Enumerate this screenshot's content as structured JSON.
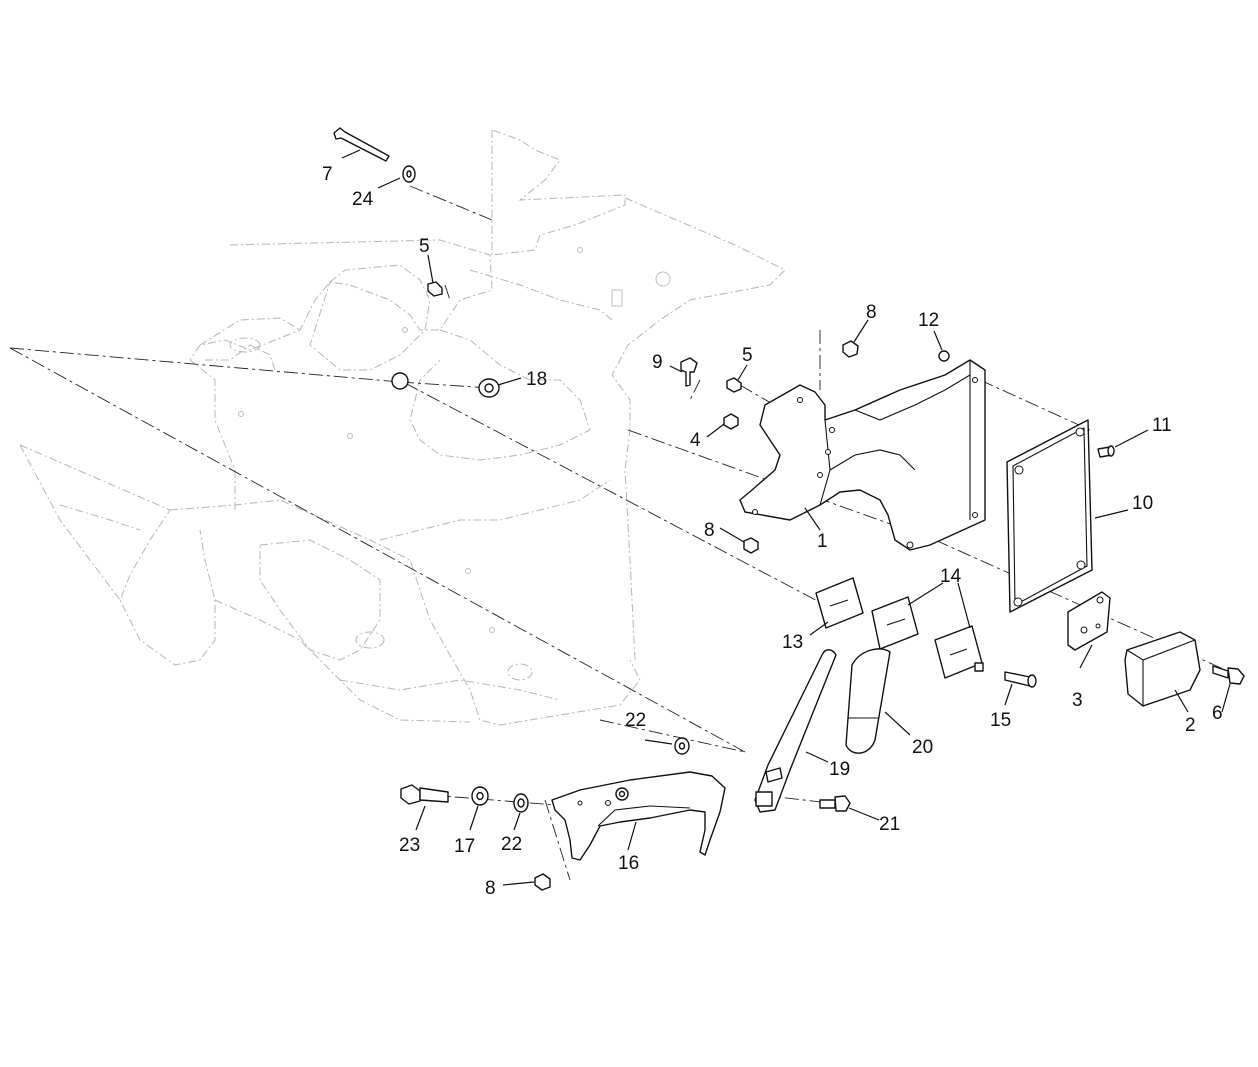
{
  "callouts": {
    "c1": "1",
    "c2": "2",
    "c3": "3",
    "c4": "4",
    "c5a": "5",
    "c5b": "5",
    "c6": "6",
    "c7": "7",
    "c8a": "8",
    "c8b": "8",
    "c8c": "8",
    "c9": "9",
    "c10": "10",
    "c11": "11",
    "c12": "12",
    "c13": "13",
    "c14": "14",
    "c15": "15",
    "c16": "16",
    "c17": "17",
    "c18": "18",
    "c19": "19",
    "c20": "20",
    "c21": "21",
    "c22a": "22",
    "c22b": "22",
    "c23": "23",
    "c24": "24"
  },
  "colors": {
    "frame": "#b5b5b5",
    "part": "#111111",
    "background": "#ffffff"
  }
}
